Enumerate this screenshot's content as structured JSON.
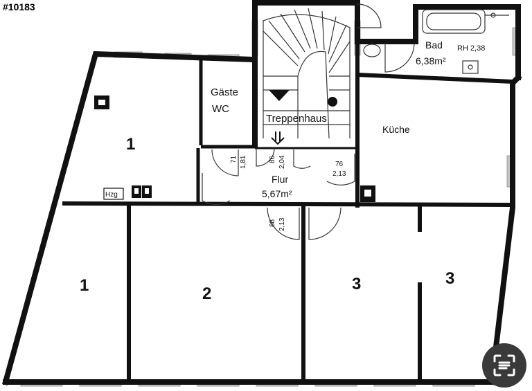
{
  "listing_id": "#10183",
  "colors": {
    "wall": "#111111",
    "room_green": "#9acd32",
    "room_blue": "#6b8fc2",
    "room_orange": "#e8873a",
    "window_gray": "#c8c8c8",
    "scan_button": "#3a3a3a"
  },
  "rooms": {
    "room_1_upper": "1",
    "room_1_lower": "1",
    "room_2": "2",
    "room_3_left": "3",
    "room_3_right": "3",
    "guest_wc_line1": "Gäste",
    "guest_wc_line2": "WC",
    "stairwell": "Treppenhaus",
    "kitchen": "Küche",
    "bath_name": "Bad",
    "bath_height": "RH 2,38",
    "bath_area": "6,38m²",
    "hall_name": "Flur",
    "hall_area": "5,67m²",
    "heating": "Hzg"
  },
  "door_dims": {
    "d1_width": "71",
    "d1_height": "1,81",
    "d2_width": "86",
    "d2_height": "2,04",
    "d3_width": "76",
    "d3_height": "2,13",
    "d4_width": "88",
    "d4_height": "2,13"
  },
  "icons": {
    "scan_button": "document-scan-icon"
  }
}
